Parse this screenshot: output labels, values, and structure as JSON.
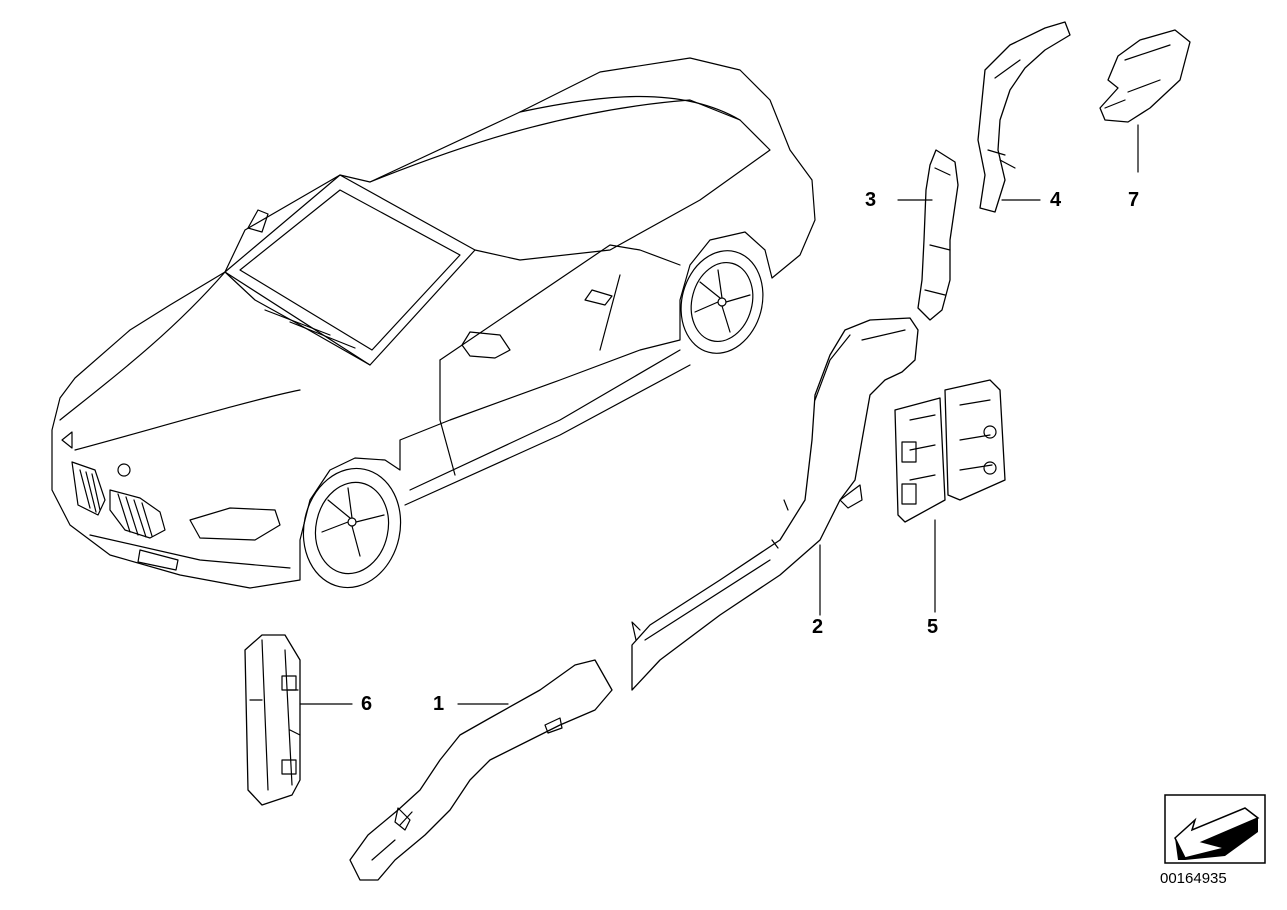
{
  "callouts": [
    {
      "id": "1",
      "text": "1"
    },
    {
      "id": "2",
      "text": "2"
    },
    {
      "id": "3",
      "text": "3"
    },
    {
      "id": "4",
      "text": "4"
    },
    {
      "id": "5",
      "text": "5"
    },
    {
      "id": "6",
      "text": "6"
    },
    {
      "id": "7",
      "text": "7"
    }
  ],
  "diagram_number": "00164935",
  "icons": {
    "vehicle": "convertible-car-outline-icon",
    "orientation": "direction-arrow-icon"
  }
}
